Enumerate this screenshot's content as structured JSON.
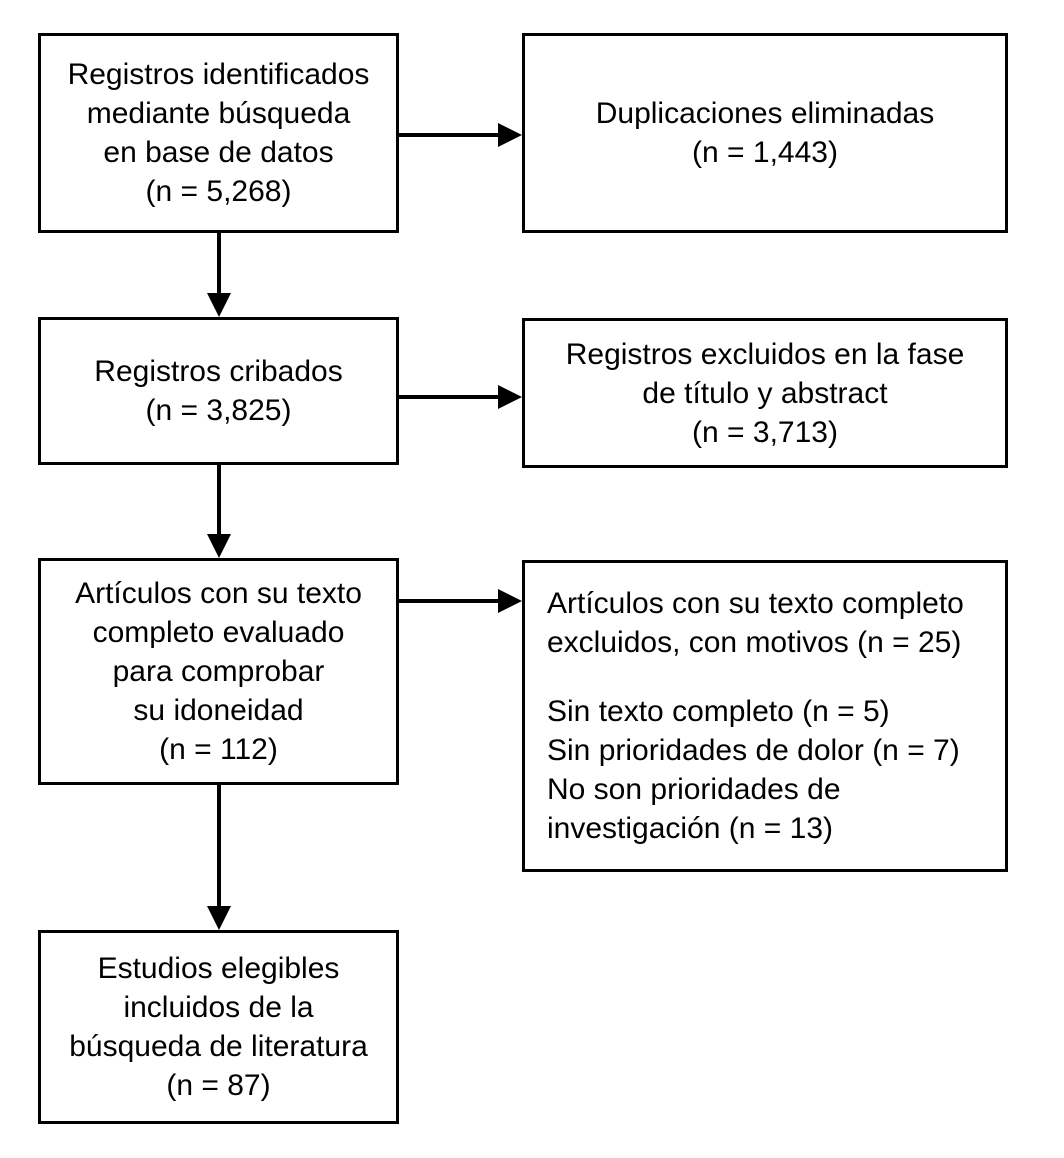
{
  "diagram": {
    "type": "prisma-flow-diagram",
    "language": "es",
    "colors": {
      "background": "#ffffff",
      "border": "#000000",
      "text": "#000000",
      "arrow": "#000000"
    }
  },
  "nodes": {
    "identification": {
      "lines": [
        "Registros identificados",
        "mediante búsqueda",
        "en base de datos",
        "(n = 5,268)"
      ],
      "count": 5268
    },
    "duplicates_removed": {
      "lines": [
        "Duplicaciones eliminadas",
        "(n = 1,443)"
      ],
      "count": 1443
    },
    "screening": {
      "lines": [
        "Registros cribados",
        "(n = 3,825)"
      ],
      "count": 3825
    },
    "excluded_title_abstract": {
      "lines": [
        "Registros excluidos en la fase",
        "de título y abstract",
        "(n = 3,713)"
      ],
      "count": 3713
    },
    "eligibility": {
      "lines": [
        "Artículos con su texto",
        "completo evaluado",
        "para comprobar",
        "su idoneidad",
        "(n = 112)"
      ],
      "count": 112
    },
    "excluded_full_text": {
      "header_lines": [
        "Artículos con su texto completo",
        "excluidos, con motivos (n = 25)"
      ],
      "header_count": 25,
      "reasons": [
        {
          "lines": [
            "Sin texto completo (n = 5)"
          ],
          "count": 5
        },
        {
          "lines": [
            "Sin prioridades de dolor (n = 7)"
          ],
          "count": 7
        },
        {
          "lines": [
            "No son prioridades de",
            "investigación (n = 13)"
          ],
          "count": 13
        }
      ]
    },
    "included": {
      "lines": [
        "Estudios elegibles",
        "incluidos de la",
        "búsqueda de literatura",
        "(n = 87)"
      ],
      "count": 87
    }
  }
}
